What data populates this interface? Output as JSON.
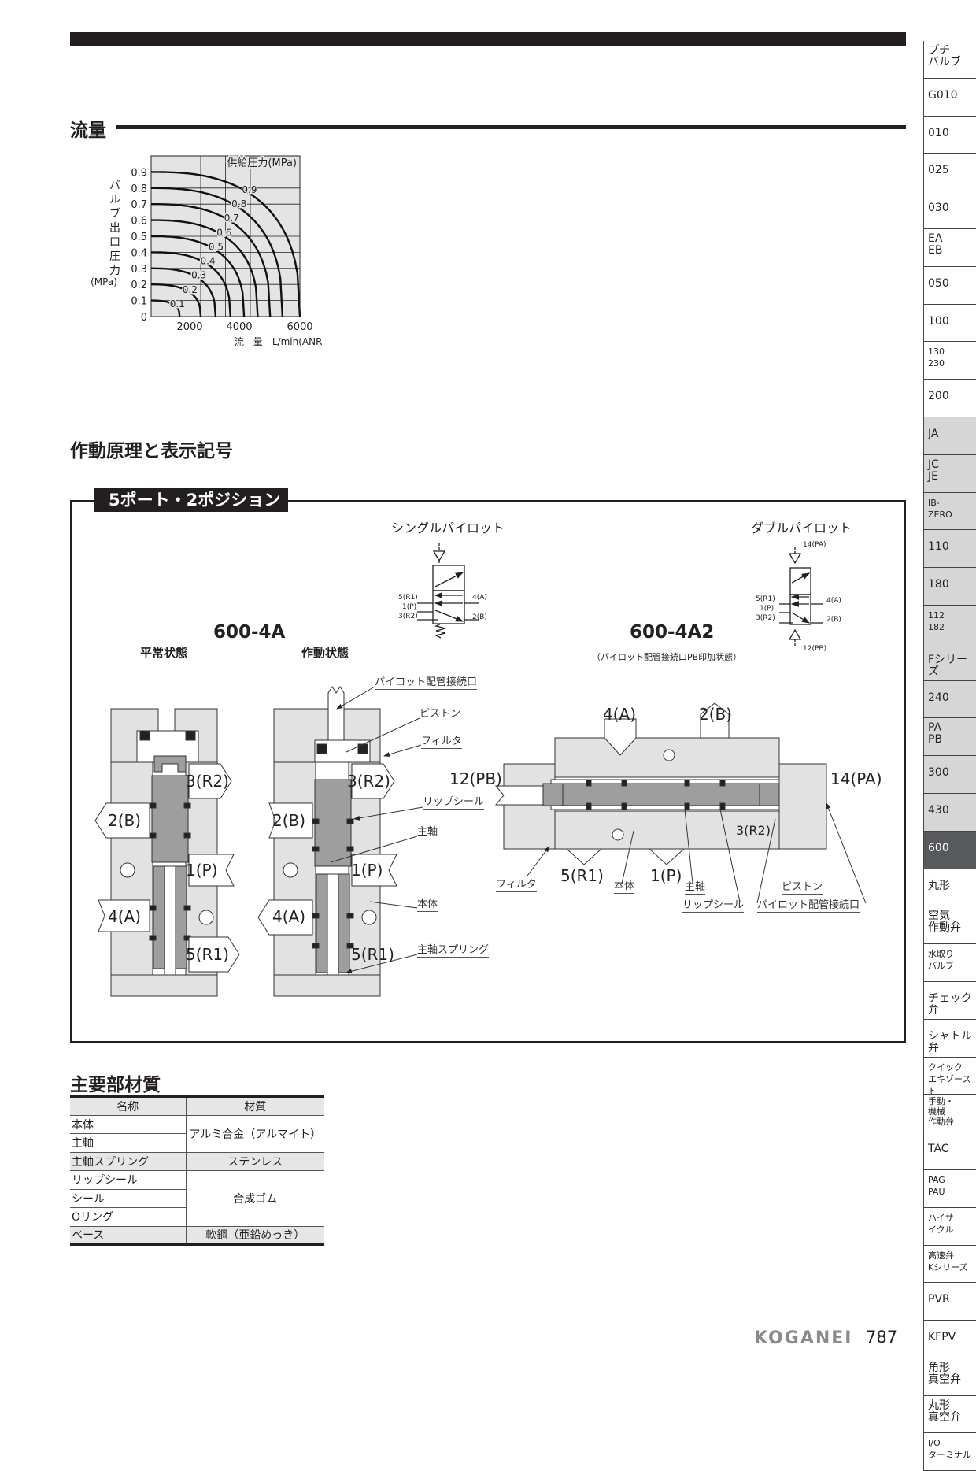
{
  "section_flow": {
    "title": "流量"
  },
  "chart_data": {
    "type": "line",
    "title": "",
    "legend_title": "供給圧力(MPa)",
    "xlabel": "流　量　L/min(ANR)",
    "ylabel": "バルブ出口圧力",
    "ylabel_unit": "(MPa)",
    "xlim": [
      0,
      6000
    ],
    "ylim": [
      0,
      1.0
    ],
    "grid": true,
    "x_ticks": [
      {
        "v": 2000,
        "label": "2000"
      },
      {
        "v": 4000,
        "label": "4000"
      },
      {
        "v": 6000,
        "label": "6000"
      }
    ],
    "y_ticks": [
      {
        "v": 0,
        "label": "0"
      },
      {
        "v": 0.1,
        "label": "0.1"
      },
      {
        "v": 0.2,
        "label": "0.2"
      },
      {
        "v": 0.3,
        "label": "0.3"
      },
      {
        "v": 0.4,
        "label": "0.4"
      },
      {
        "v": 0.5,
        "label": "0.5"
      },
      {
        "v": 0.6,
        "label": "0.6"
      },
      {
        "v": 0.7,
        "label": "0.7"
      },
      {
        "v": 0.8,
        "label": "0.8"
      },
      {
        "v": 0.9,
        "label": "0.9"
      }
    ],
    "series": [
      {
        "name": "0.1",
        "pressure": 0.1,
        "max_flow": 1150
      },
      {
        "name": "0.2",
        "pressure": 0.2,
        "max_flow": 2000
      },
      {
        "name": "0.3",
        "pressure": 0.3,
        "max_flow": 2600
      },
      {
        "name": "0.4",
        "pressure": 0.4,
        "max_flow": 3200
      },
      {
        "name": "0.5",
        "pressure": 0.5,
        "max_flow": 3750
      },
      {
        "name": "0.6",
        "pressure": 0.6,
        "max_flow": 4300
      },
      {
        "name": "0.7",
        "pressure": 0.7,
        "max_flow": 4800
      },
      {
        "name": "0.8",
        "pressure": 0.8,
        "max_flow": 5300
      },
      {
        "name": "0.9",
        "pressure": 0.9,
        "max_flow": 6000
      }
    ]
  },
  "section_principle": {
    "title": "作動原理と表示記号",
    "tab": "5ポート・2ポジション"
  },
  "single": {
    "symbol_title": "シングルパイロット",
    "ports": {
      "r1": "5(R1)",
      "p": "1(P)",
      "r2": "3(R2)",
      "a": "4(A)",
      "b": "2(B)"
    },
    "model": "600-4A",
    "state_normal": "平常状態",
    "state_active": "作動状態",
    "port_labels": {
      "r2": "3(R2)",
      "b": "2(B)",
      "p": "1(P)",
      "a": "4(A)",
      "r1": "5(R1)"
    },
    "annotations": {
      "pilot_port": "パイロット配管接続口",
      "piston": "ピストン",
      "filter": "フィルタ",
      "lip_seal": "リップシール",
      "spool": "主軸",
      "body": "本体",
      "spring": "主軸スプリング"
    }
  },
  "double": {
    "symbol_title": "ダブルパイロット",
    "ports": {
      "pa": "14(PA)",
      "pb": "12(PB)",
      "r1": "5(R1)",
      "p": "1(P)",
      "r2": "3(R2)",
      "a": "4(A)",
      "b": "2(B)"
    },
    "model": "600-4A2",
    "subtitle": "（パイロット配管接続口PB印加状態）",
    "port_labels": {
      "a": "4(A)",
      "b": "2(B)",
      "pb": "12(PB)",
      "pa": "14(PA)",
      "r1": "5(R1)",
      "p": "1(P)",
      "r2": "3(R2)"
    },
    "annotations": {
      "filter": "フィルタ",
      "body": "本体",
      "spool": "主軸",
      "lip_seal": "リップシール",
      "piston": "ピストン",
      "pilot_port": "パイロット配管接続口"
    }
  },
  "materials": {
    "title": "主要部材質",
    "headers": [
      "名称",
      "材質"
    ],
    "rows": [
      {
        "name": "本体"
      },
      {
        "name": "主軸"
      },
      {
        "name": "主軸スプリング"
      },
      {
        "name": "リップシール"
      },
      {
        "name": "シール"
      },
      {
        "name": "Oリング"
      },
      {
        "name": "ベース"
      }
    ],
    "materials": [
      "アルミ合金（アルマイト）",
      "ステンレス",
      "合成ゴム",
      "軟鋼（亜鉛めっき）"
    ]
  },
  "sidebar": {
    "items": [
      {
        "label": "プチ\nバルブ",
        "style": "w"
      },
      {
        "label": "G010",
        "style": "w"
      },
      {
        "label": "010",
        "style": "w"
      },
      {
        "label": "025",
        "style": "w"
      },
      {
        "label": "030",
        "style": "w"
      },
      {
        "label": "EA\nEB",
        "style": "w"
      },
      {
        "label": "050",
        "style": "w"
      },
      {
        "label": "100",
        "style": "w"
      },
      {
        "label": "130\n230",
        "style": "w"
      },
      {
        "label": "200",
        "style": "w"
      },
      {
        "label": "JA",
        "style": "g"
      },
      {
        "label": "JC\nJE",
        "style": "g"
      },
      {
        "label": "IB-\nZERO",
        "style": "g"
      },
      {
        "label": "110",
        "style": "g"
      },
      {
        "label": "180",
        "style": "g"
      },
      {
        "label": "112\n182",
        "style": "g"
      },
      {
        "label": "Fシリーズ",
        "style": "g"
      },
      {
        "label": "240",
        "style": "g"
      },
      {
        "label": "PA\nPB",
        "style": "g"
      },
      {
        "label": "300",
        "style": "g"
      },
      {
        "label": "430",
        "style": "g"
      },
      {
        "label": "600",
        "style": "d"
      },
      {
        "label": "丸形",
        "style": "w"
      },
      {
        "label": "空気\n作動弁",
        "style": "w"
      },
      {
        "label": "水取り\nバルブ",
        "style": "w"
      },
      {
        "label": "チェック弁",
        "style": "w"
      },
      {
        "label": "シャトル弁",
        "style": "w"
      },
      {
        "label": "クイック\nエキゾースト",
        "style": "w"
      },
      {
        "label": "手動・\n機械\n作動弁",
        "style": "w"
      },
      {
        "label": "TAC",
        "style": "w"
      },
      {
        "label": "PAG\nPAU",
        "style": "w"
      },
      {
        "label": "ハイサ\nイクル",
        "style": "w"
      },
      {
        "label": "高速弁\nKシリーズ",
        "style": "w"
      },
      {
        "label": "PVR",
        "style": "w"
      },
      {
        "label": "KFPV",
        "style": "w"
      },
      {
        "label": "角形\n真空弁",
        "style": "w"
      },
      {
        "label": "丸形\n真空弁",
        "style": "w"
      },
      {
        "label": "I/O\nターミナル",
        "style": "w"
      }
    ]
  },
  "footer": {
    "brand": "KOGANEI",
    "page": "787"
  }
}
